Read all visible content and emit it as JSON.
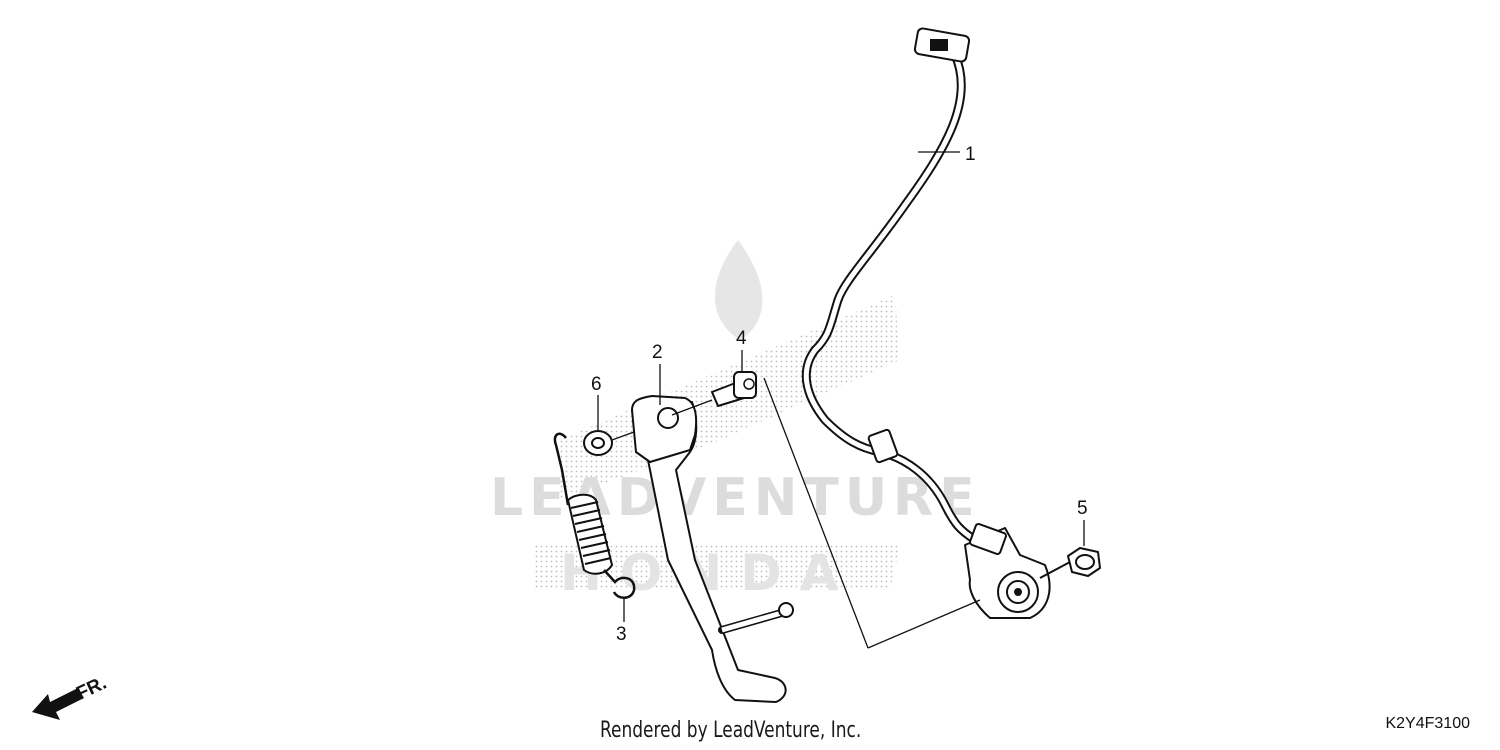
{
  "diagram": {
    "callouts": [
      {
        "id": "1",
        "label": "1"
      },
      {
        "id": "2",
        "label": "2"
      },
      {
        "id": "3",
        "label": "3"
      },
      {
        "id": "4",
        "label": "4"
      },
      {
        "id": "5",
        "label": "5"
      },
      {
        "id": "6",
        "label": "6"
      }
    ],
    "direction_label": "FR.",
    "watermark": {
      "brand": "LEADVENTURE",
      "oem": "HONDA"
    },
    "diagram_code": "K2Y4F3100"
  },
  "footer": {
    "credit": "Rendered by LeadVenture, Inc."
  },
  "colors": {
    "line": "#111111",
    "watermark": "#dcdcdc",
    "background": "#ffffff"
  }
}
